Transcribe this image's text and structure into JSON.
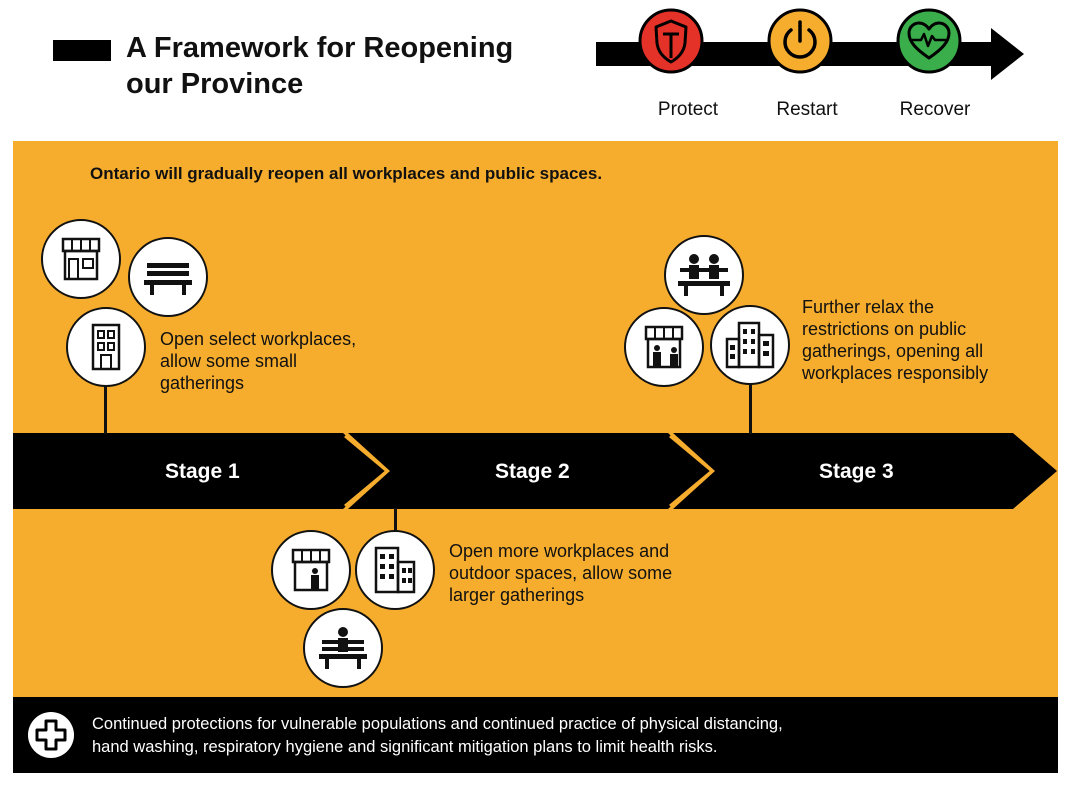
{
  "header": {
    "title_line1": "A Framework for Reopening",
    "title_line2": "our Province",
    "phases": [
      {
        "label": "Protect",
        "color": "#e53228",
        "icon": "shield-icon"
      },
      {
        "label": "Restart",
        "color": "#f6ad2e",
        "icon": "power-icon"
      },
      {
        "label": "Recover",
        "color": "#3aae4a",
        "icon": "heart-pulse-icon"
      }
    ]
  },
  "panel": {
    "background": "#f6ad2e",
    "intro": "Ontario will gradually reopen all workplaces and public spaces."
  },
  "stages": [
    {
      "label": "Stage 1",
      "description_lines": [
        "Open select workplaces,",
        "allow some small",
        "gatherings"
      ],
      "icons": [
        "storefront-icon",
        "park-bench-icon",
        "office-building-icon"
      ]
    },
    {
      "label": "Stage 2",
      "description_lines": [
        "Open more workplaces and",
        "outdoor spaces, allow some",
        "larger gatherings"
      ],
      "icons": [
        "storefront-person-icon",
        "office-building-icon",
        "person-on-bench-icon"
      ]
    },
    {
      "label": "Stage 3",
      "description_lines": [
        "Further relax the",
        "restrictions on public",
        "gatherings, opening all",
        "workplaces responsibly"
      ],
      "icons": [
        "people-on-bench-icon",
        "storefront-people-icon",
        "office-buildings-icon"
      ]
    }
  ],
  "footer": {
    "icon": "medical-cross-icon",
    "line1": "Continued protections for vulnerable populations and continued practice of physical distancing,",
    "line2": "hand washing, respiratory hygiene and significant mitigation plans to limit health risks."
  }
}
